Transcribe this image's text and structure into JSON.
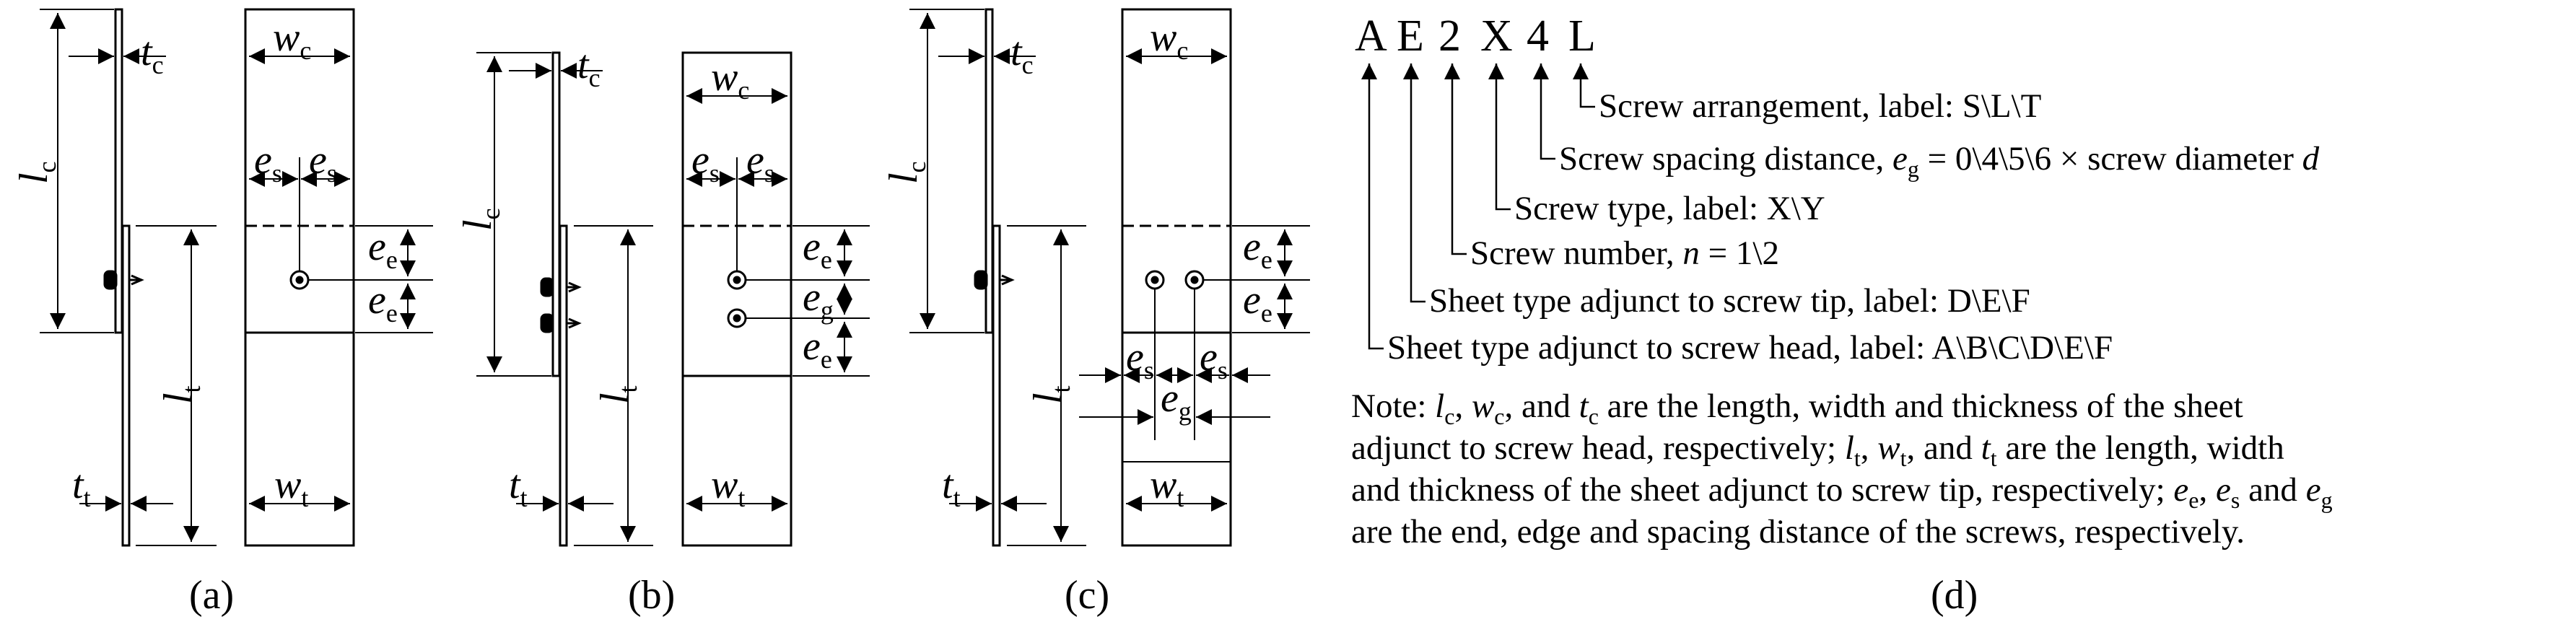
{
  "panels": {
    "a": {
      "caption": "(a)"
    },
    "b": {
      "caption": "(b)"
    },
    "c": {
      "caption": "(c)"
    },
    "d": {
      "caption": "(d)"
    }
  },
  "dim_labels": {
    "tc_sym": "t",
    "tc_sub": "c",
    "wc_sym": "w",
    "wc_sub": "c",
    "lc_sym": "l",
    "lc_sub": "c",
    "lt_sym": "l",
    "lt_sub": "t",
    "tt_sym": "t",
    "tt_sub": "t",
    "wt_sym": "w",
    "wt_sub": "t",
    "es_sym": "e",
    "es_sub": "s",
    "ee_sym": "e",
    "ee_sub": "e",
    "eg_sym": "e",
    "eg_sub": "g"
  },
  "code": {
    "letters": [
      "A",
      "E",
      "2",
      "X",
      "4",
      "L"
    ],
    "items": [
      {
        "pre": "Screw arrangement, label: S\\L\\T"
      },
      {
        "pre": "Screw spacing distance, ",
        "sym": "e",
        "sub": "g",
        "post": " = 0\\4\\5\\6 × screw diameter ",
        "tail": "d"
      },
      {
        "pre": "Screw type, label: X\\Y"
      },
      {
        "pre": "Screw number, ",
        "sym": "n",
        "post": " = 1\\2"
      },
      {
        "pre": "Sheet type adjunct to screw tip, label: D\\E\\F"
      },
      {
        "pre": "Sheet type adjunct to screw head, label: A\\B\\C\\D\\E\\F"
      }
    ]
  },
  "note": {
    "line1_pre": "Note: ",
    "line1_post": " are the length, width and thickness of the sheet",
    "line2_pre": "adjunct to screw head, respectively; ",
    "line2_post": " are the length, width",
    "line3": "and thickness of the sheet adjunct to screw tip, respectively;",
    "line4": "are the end, edge and spacing distance of the screws, respectively.",
    "and_word": "and",
    "comma": ","
  }
}
